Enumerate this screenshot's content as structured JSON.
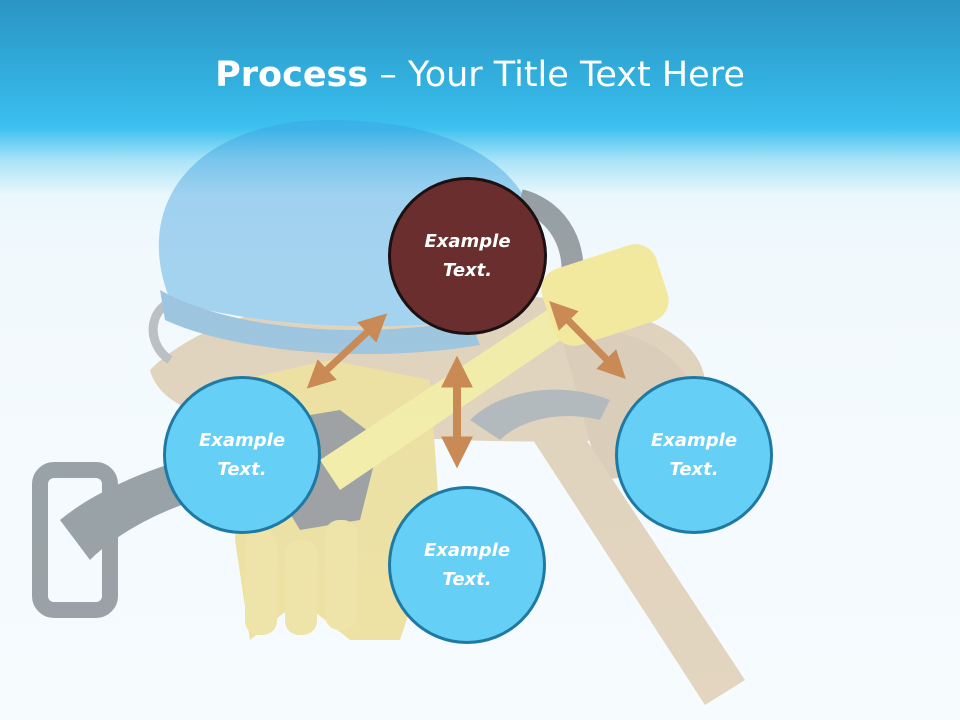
{
  "header": {
    "title_bold": "Process",
    "title_rest": " – Your Title Text Here"
  },
  "diagram": {
    "center_node": {
      "label": "Example\nText."
    },
    "left_node": {
      "label": "Example\nText."
    },
    "bottom_node": {
      "label": "Example\nText."
    },
    "right_node": {
      "label": "Example\nText."
    }
  },
  "colors": {
    "header_blue": "#34b4e3",
    "center_fill": "#6b2e2e",
    "node_fill": "#66cff6",
    "node_border": "#1f7aa3",
    "arrow": "#c98a55"
  },
  "icons": {
    "background": "construction-tools-illustration"
  }
}
